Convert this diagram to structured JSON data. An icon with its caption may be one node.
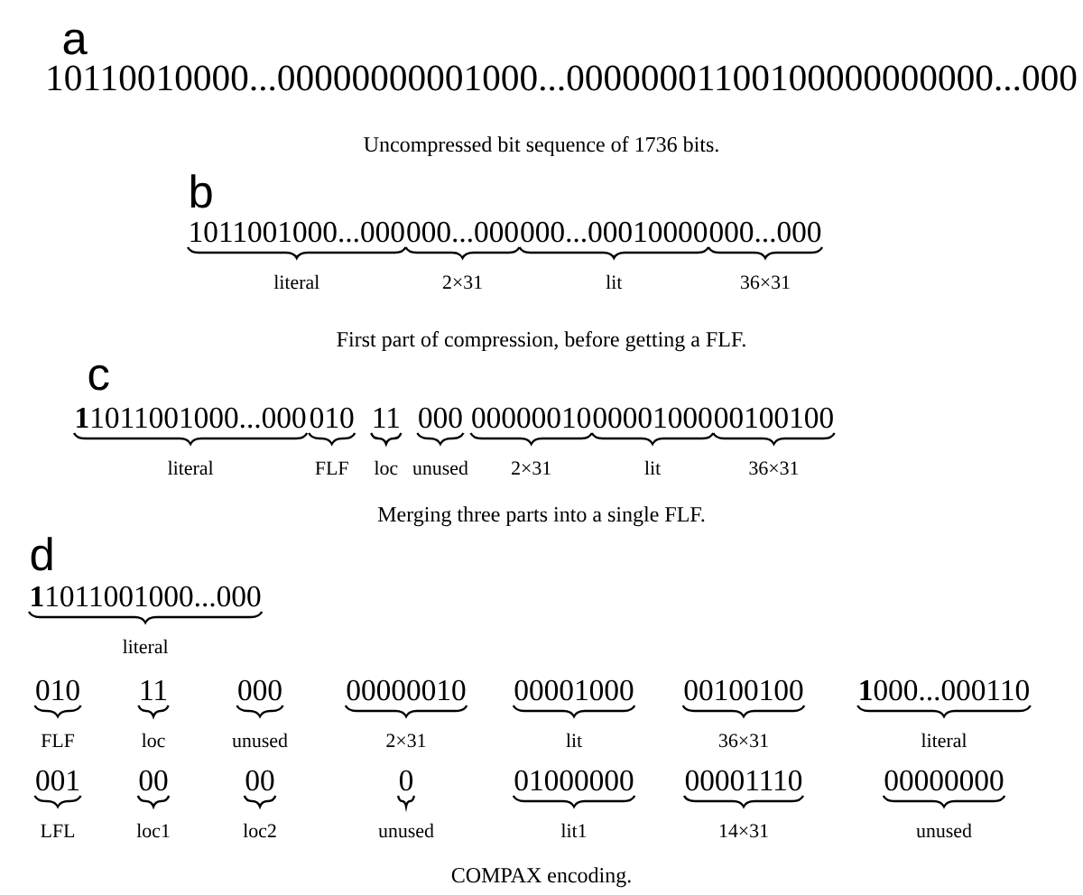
{
  "diagram": {
    "labels": [
      "a",
      "10110010000...00000000001000...00000001100100000000000...000",
      "Uncompressed bit sequence of 1736 bits.",
      "b",
      "1011001000...000",
      "000...000",
      "000...00010000",
      "000...000",
      "literal",
      "2×31",
      "lit",
      "36×31",
      "First part of compression, before getting a FLF.",
      "c",
      "**1**1011001000...000",
      "010",
      "11",
      "000",
      "00000010",
      "00001000",
      "00100100",
      "literal",
      "FLF",
      "loc",
      "unused",
      "2×31",
      "lit",
      "36×31",
      "Merging three parts into a single FLF.",
      "d",
      "**1**1011001000...000",
      "literal",
      "010",
      "11",
      "000",
      "00000010",
      "00001000",
      "00100100",
      "**1**000...000110",
      "FLF",
      "loc",
      "unused",
      "2×31",
      "lit",
      "36×31",
      "literal",
      "001",
      "00",
      "00",
      "0",
      "01000000",
      "00001110",
      "00000000",
      "LFL",
      "loc1",
      "loc2",
      "unused",
      "lit1",
      "14×31",
      "unused",
      "COMPAX encoding."
    ]
  }
}
